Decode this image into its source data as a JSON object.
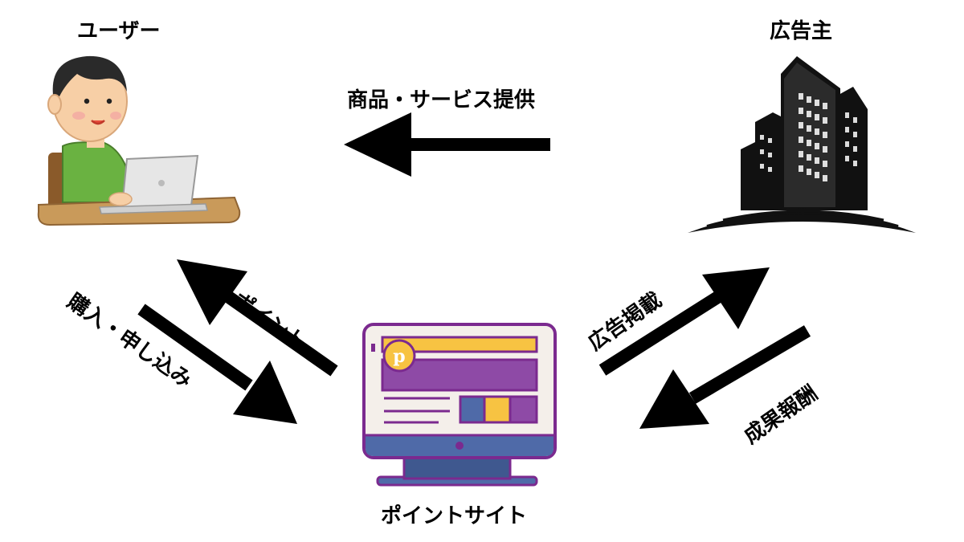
{
  "nodes": {
    "user": {
      "label": "ユーザー",
      "icon": "user-at-laptop-icon"
    },
    "advertiser": {
      "label": "広告主",
      "icon": "office-building-icon"
    },
    "point_site": {
      "label": "ポイントサイト",
      "icon": "computer-monitor-icon"
    }
  },
  "flows": {
    "product_service": "商品・サービス提供",
    "points": "ポイント",
    "purchase": "購入・申し込み",
    "ad_listing": "広告掲載",
    "reward": "成果報酬"
  },
  "colors": {
    "arrow": "#000000",
    "monitor_frame": "#7b2a8f",
    "monitor_purple": "#8e4aa6",
    "monitor_yellow": "#f7c342",
    "monitor_blue": "#4f6aa8",
    "shirt_green": "#6ab241",
    "desk_tan": "#c99a5a"
  }
}
